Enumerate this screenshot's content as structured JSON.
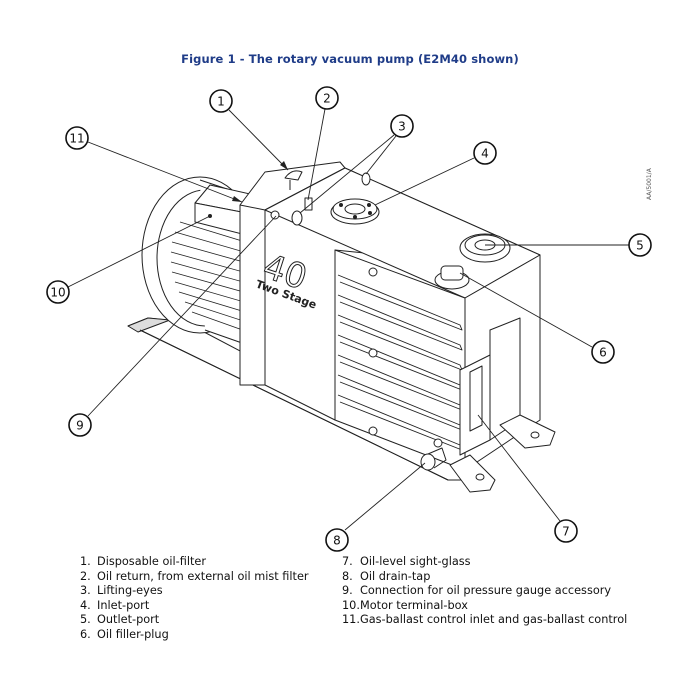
{
  "figure": {
    "title": "Figure 1 - The rotary vacuum pump (E2M40 shown)",
    "doc_ref": "AA/5001/A",
    "pump_label_number": "40",
    "pump_label_text": "Two Stage"
  },
  "callouts": [
    {
      "number": "1",
      "label": "Disposable oil-filter"
    },
    {
      "number": "2",
      "label": "Oil return, from external oil mist filter"
    },
    {
      "number": "3",
      "label": "Lifting-eyes"
    },
    {
      "number": "4",
      "label": "Inlet-port"
    },
    {
      "number": "5",
      "label": "Outlet-port"
    },
    {
      "number": "6",
      "label": "Oil filler-plug"
    },
    {
      "number": "7",
      "label": "Oil-level sight-glass"
    },
    {
      "number": "8",
      "label": "Oil drain-tap"
    },
    {
      "number": "9",
      "label": "Connection for oil pressure gauge accessory"
    },
    {
      "number": "10",
      "label": "Motor terminal-box"
    },
    {
      "number": "11",
      "label": "Gas-ballast control inlet and gas-ballast control"
    }
  ],
  "legend": {
    "left": [
      {
        "num": "1.",
        "text": "Disposable oil-filter"
      },
      {
        "num": "2.",
        "text": "Oil return, from external oil mist filter"
      },
      {
        "num": "3.",
        "text": "Lifting-eyes"
      },
      {
        "num": "4.",
        "text": "Inlet-port"
      },
      {
        "num": "5.",
        "text": "Outlet-port"
      },
      {
        "num": "6.",
        "text": "Oil filler-plug"
      }
    ],
    "right": [
      {
        "num": "7.",
        "text": "Oil-level sight-glass"
      },
      {
        "num": "8.",
        "text": "Oil drain-tap"
      },
      {
        "num": "9.",
        "text": "Connection for oil pressure gauge accessory"
      },
      {
        "num": "10.",
        "text": "Motor terminal-box"
      },
      {
        "num": "11.",
        "text": "Gas-ballast control inlet and gas-ballast control"
      }
    ]
  }
}
